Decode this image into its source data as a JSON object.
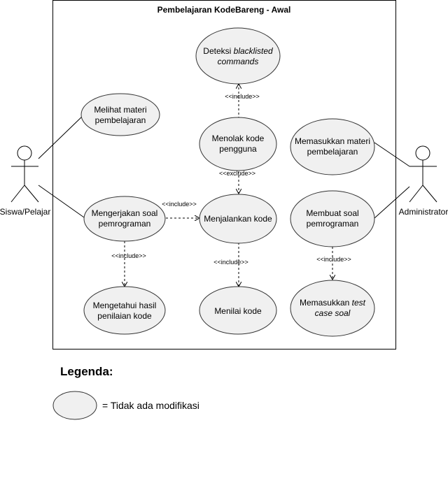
{
  "diagram": {
    "title": "Pembelajaran KodeBareng - Awal",
    "actors": {
      "student": "Siswa/Pelajar",
      "admin": "Administrator"
    },
    "use_cases": {
      "melihat_materi": [
        "Melihat materi",
        "pembelajaran"
      ],
      "mengerjakan_soal": [
        "Mengerjakan soal",
        "pemrograman"
      ],
      "mengetahui_hasil": [
        "Mengetahui hasil",
        "penilaian kode"
      ],
      "deteksi": {
        "line1_prefix": "Deteksi ",
        "line1_italic": "blacklisted",
        "line2_italic": "commands"
      },
      "menolak_kode": [
        "Menolak kode",
        "pengguna"
      ],
      "menjalankan_kode": "Menjalankan kode",
      "menilai_kode": "Menilai kode",
      "memasukkan_materi": [
        "Memasukkan materi",
        "pembelajaran"
      ],
      "membuat_soal": [
        "Membuat soal",
        "pemrograman"
      ],
      "memasukkan_test": {
        "line1_prefix": "Memasukkan ",
        "line1_italic": "test",
        "line2_italic": "case soal"
      }
    },
    "relations": {
      "include": "<<include>>",
      "exclude": "<<exclude>>"
    }
  },
  "legend": {
    "title": "Legenda:",
    "item": "= Tidak ada modifikasi"
  }
}
